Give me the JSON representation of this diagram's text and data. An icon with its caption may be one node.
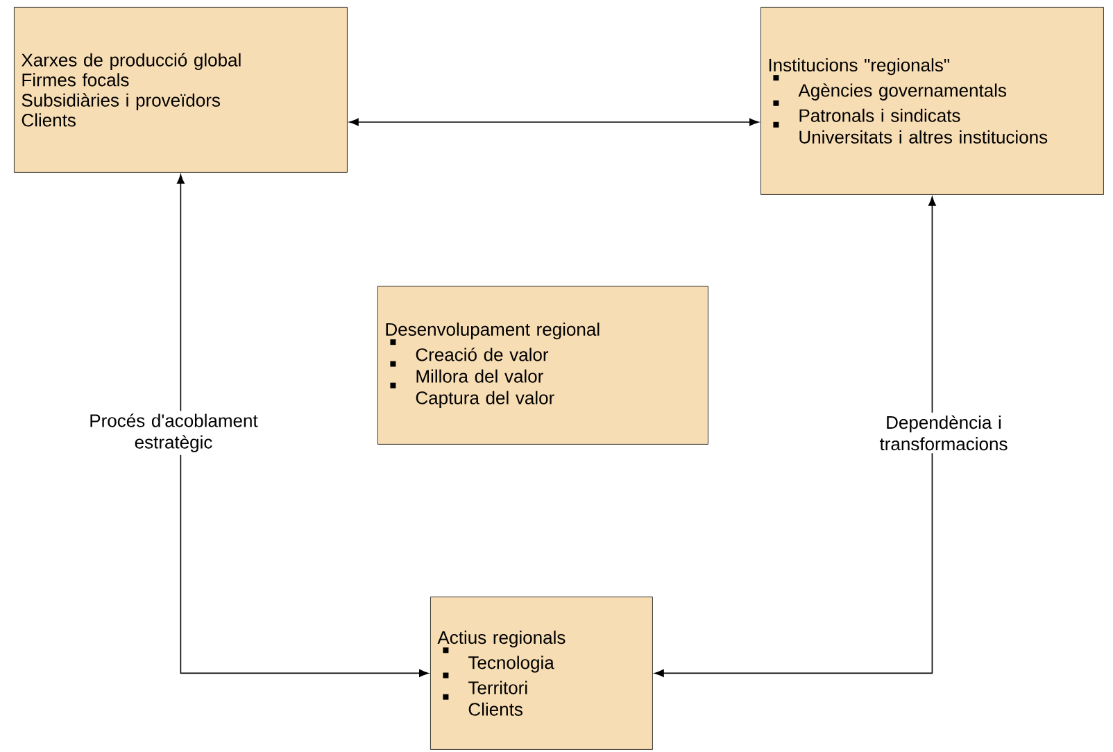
{
  "diagram": {
    "nodes": [
      {
        "text": [
          "Xarxes de producció global",
          "Firmes focals",
          "Subsidiàries i proveïdors",
          "Clients"
        ]
      },
      {
        "text": [
          "Institucions \"regionals\"",
          "Agències governamentals",
          "Patronals i sindicats",
          "Universitats i altres institucions"
        ]
      },
      {
        "text": [
          "Desenvolupament regional",
          "Creació de valor",
          "Millora del valor",
          "Captura del valor"
        ]
      },
      {
        "text": [
          "Actius regionals",
          "Tecnologia",
          "Territori",
          "Clients"
        ]
      }
    ],
    "edges": [
      {
        "from": 0,
        "to": 1,
        "arrow": "both"
      },
      {
        "from": 0,
        "to": 3,
        "arrow": "both",
        "label": "Procés d'acoblament estratègic"
      },
      {
        "from": 1,
        "to": 3,
        "arrow": "both",
        "label": "Dependència i transformacions"
      }
    ]
  }
}
